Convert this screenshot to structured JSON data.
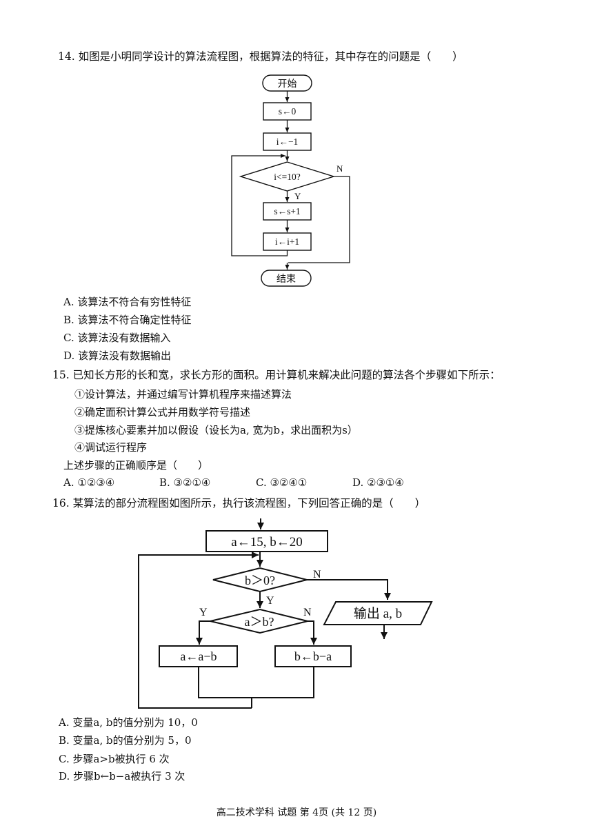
{
  "q14": {
    "stem": "14. 如图是小明同学设计的算法流程图，根据算法的特征，其中存在的问题是（　　）",
    "flow": {
      "start": "开始",
      "s_init": "s←0",
      "i_init": "i←−1",
      "cond": "i<=10?",
      "yes": "Y",
      "no": "N",
      "s_update": "s←s+1",
      "i_update": "i←i+1",
      "end": "结束"
    },
    "options": [
      "A. 该算法不符合有穷性特征",
      "B. 该算法不符合确定性特征",
      "C. 该算法没有数据输入",
      "D. 该算法没有数据输出"
    ]
  },
  "q15": {
    "stem": "15. 已知长方形的长和宽，求长方形的面积。用计算机来解决此问题的算法各个步骤如下所示：",
    "steps": [
      "①设计算法，并通过编写计算机程序来描述算法",
      "②确定面积计算公式并用数学符号描述",
      "③提炼核心要素并加以假设（设长为a, 宽为b，求出面积为s）",
      "④调试运行程序"
    ],
    "question": "上述步骤的正确顺序是（　　）",
    "options": [
      "A. ①②③④",
      "B. ③②①④",
      "C. ③②④①",
      "D. ②③①④"
    ]
  },
  "q16": {
    "stem": "16. 某算法的部分流程图如图所示，执行该流程图，下列回答正确的是（　　）",
    "flow": {
      "init": "a←15, b←20",
      "cond1": "b＞0?",
      "cond1_no": "N",
      "cond1_yes": "Y",
      "output": "输出 a, b",
      "cond2": "a＞b?",
      "cond2_yes": "Y",
      "cond2_no": "N",
      "left_box": "a←a−b",
      "right_box": "b←b−a"
    },
    "options": [
      "A. 变量a, b的值分别为 10，0",
      "B. 变量a, b的值分别为 5，0",
      "C. 步骤a>b被执行 6 次",
      "D. 步骤b←b−a被执行 3 次"
    ]
  },
  "footer": "高二技术学科  试题 第 4页 (共 12 页)"
}
